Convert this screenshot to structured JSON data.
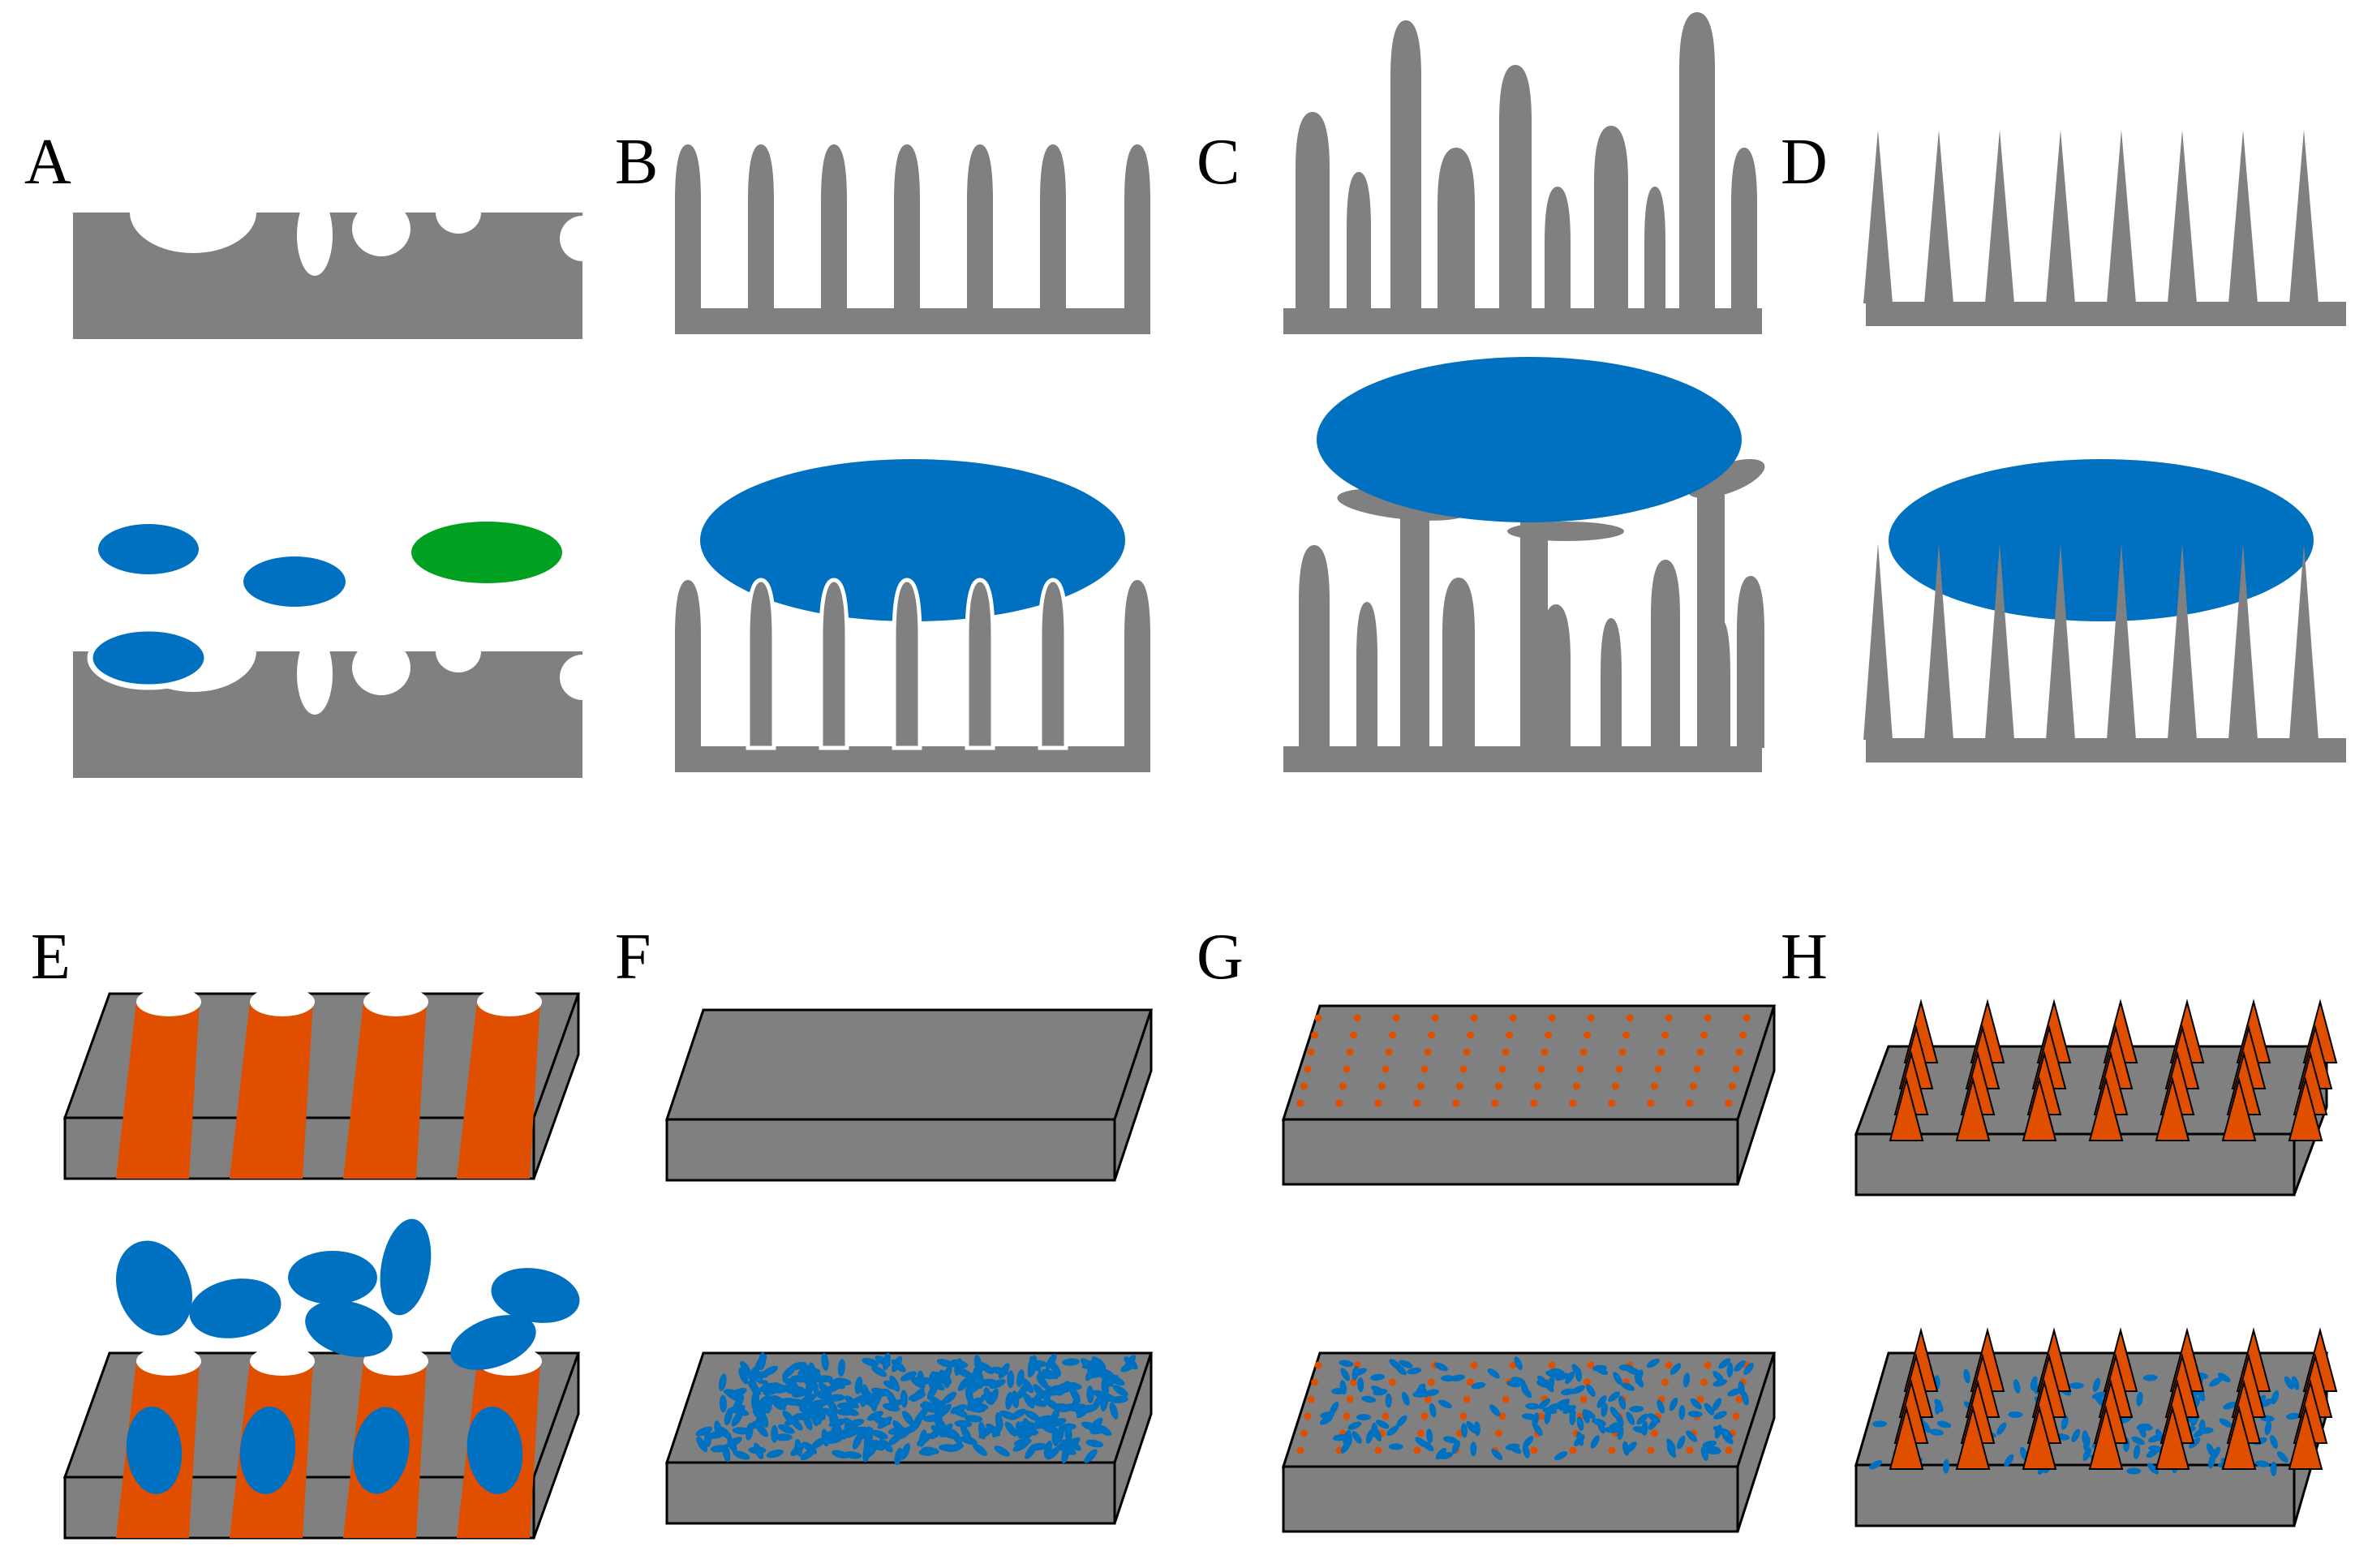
{
  "panels": [
    {
      "id": "A",
      "label": "A"
    },
    {
      "id": "B",
      "label": "B"
    },
    {
      "id": "C",
      "label": "C"
    },
    {
      "id": "D",
      "label": "D"
    },
    {
      "id": "E",
      "label": "E"
    },
    {
      "id": "F",
      "label": "F"
    },
    {
      "id": "G",
      "label": "G"
    },
    {
      "id": "H",
      "label": "H"
    }
  ],
  "colors": {
    "substrate": "#808080",
    "cell": "#0070c0",
    "other_cell": "#00a020",
    "nanostructure": "#e04e00",
    "outline": "#000000",
    "background": "#ffffff"
  }
}
